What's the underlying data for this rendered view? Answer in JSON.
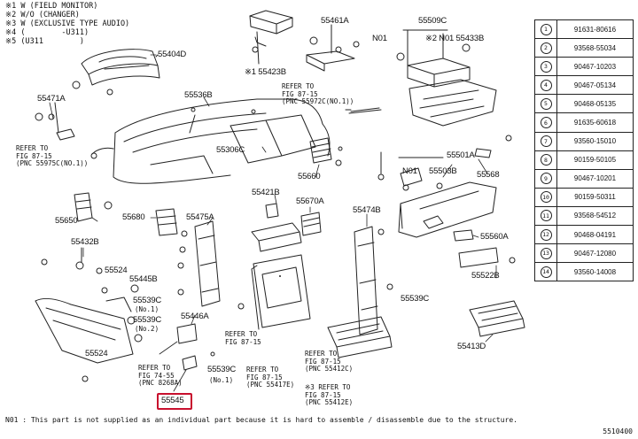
{
  "notes": [
    "※1 W (FIELD MONITOR)",
    "※2 W/O (CHANGER)",
    "※3 W (EXCLUSIVE TYPE AUDIO)",
    "※4 (        -U311)",
    "※5 (U311        )"
  ],
  "callouts": {
    "c55404D": "55404D",
    "c55423B": "※1 55423B",
    "c55461A": "55461A",
    "c55509C": "55509C",
    "n01a": "N01",
    "c55433B": "※2 N01 55433B",
    "c55471A": "55471A",
    "c55536B": "55536B",
    "c55306C": "55306C",
    "c55660": "55660",
    "c55501A": "55501A",
    "n01b": "N01",
    "c55503B": "55503B",
    "c55568": "55568",
    "c55650": "55650",
    "c55680": "55680",
    "c55475A": "55475A",
    "c55421B": "55421B",
    "c55670A": "55670A",
    "c55474B": "55474B",
    "c55560A": "55560A",
    "c55432B": "55432B",
    "c55524a": "55524",
    "c55445B": "55445B",
    "c55539Ca": "55539C",
    "c55539Ca_n": "(No.1)",
    "c55539Cb": "55539C",
    "c55539Cb_n": "(No.2)",
    "c55446A": "55446A",
    "c55524b": "55524",
    "c55539Cc": "55539C",
    "c55539Cc_n": "(No.1)",
    "c55522B": "55522B",
    "c55539Cd": "55539C",
    "c55413D": "55413D",
    "c55545": "55545"
  },
  "refs": {
    "r1": "REFER TO\nFIG 87-15\n(PNC 55972C(NO.1))",
    "r2": "REFER TO\nFIG 87-15\n(PNC 55975C(NO.1))",
    "r3": "REFER TO\nFIG 74-55\n(PNC 8268A)",
    "r4": "REFER TO\nFIG 87-15\n(PNC 55417E)",
    "r5": "REFER TO\nFIG 87-15",
    "r6": "REFER TO\nFIG 87-15\n(PNC 55412C)",
    "r7": "※3 REFER TO\nFIG 87-15\n(PNC 55412E)"
  },
  "parts_table": [
    {
      "key": "1",
      "part": "91631-80616"
    },
    {
      "key": "2",
      "part": "93568-55034"
    },
    {
      "key": "3",
      "part": "90467-10203"
    },
    {
      "key": "4",
      "part": "90467-05134"
    },
    {
      "key": "5",
      "part": "90468-05135"
    },
    {
      "key": "6",
      "part": "91635-60618"
    },
    {
      "key": "7",
      "part": "93560-15010"
    },
    {
      "key": "8",
      "part": "90159-50105"
    },
    {
      "key": "9",
      "part": "90467-10201"
    },
    {
      "key": "10",
      "part": "90159-50311"
    },
    {
      "key": "11",
      "part": "93568-54512"
    },
    {
      "key": "12",
      "part": "90468-04191"
    },
    {
      "key": "13",
      "part": "90467-12080"
    },
    {
      "key": "14",
      "part": "93560-14008"
    }
  ],
  "footnote": "N01 : This part is not supplied as an individual part because it is hard to assemble / disassemble due to the structure.",
  "diagram_id": "5510400",
  "colors": {
    "line": "#222222",
    "highlight": "#c8102e"
  }
}
